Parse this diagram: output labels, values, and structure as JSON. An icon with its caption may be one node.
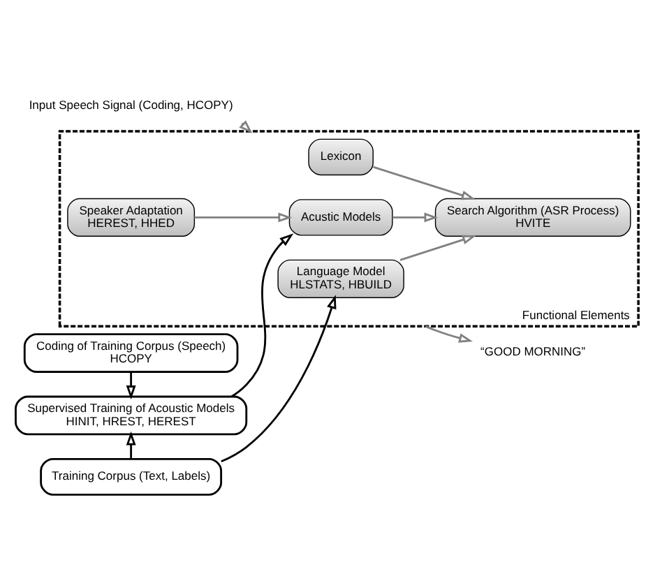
{
  "diagram": {
    "nodes": [
      {
        "text": [
          "Input Speech Signal (Coding, HCOPY)"
        ]
      },
      {
        "text": [
          "Functional Elements"
        ]
      },
      {
        "text": [
          "Training Corpus (Text, Labels)"
        ]
      },
      {
        "text": [
          "Supervised Training of Acoustic Models",
          "HINIT, HREST, HEREST"
        ]
      },
      {
        "text": [
          "Coding of Training Corpus (Speech)",
          "HCOPY"
        ]
      },
      {
        "text": [
          "Language Model",
          "HLSTATS, HBUILD"
        ],
        "in": 1
      },
      {
        "text": [
          "Acustic Models"
        ],
        "in": 1
      },
      {
        "text": [
          "Search Algorithm (ASR Process)",
          "HVITE"
        ],
        "in": 1
      },
      {
        "text": [
          "Speaker Adaptation",
          "HEREST, HHED"
        ],
        "in": 1
      },
      {
        "text": [
          "Lexicon"
        ],
        "in": 1
      },
      {
        "text": [
          "“GOOD MORNING”"
        ]
      }
    ],
    "edges": [
      {
        "from": 0,
        "to": 1,
        "arrow": "to"
      },
      {
        "from": 2,
        "to": 5,
        "arrow": "to",
        "color": "#000000"
      },
      {
        "from": 2,
        "to": 3,
        "arrow": "to",
        "color": "#000000"
      },
      {
        "from": 4,
        "to": 3,
        "arrow": "to",
        "color": "#000000"
      },
      {
        "from": 3,
        "to": 6,
        "arrow": "to",
        "color": "#000000"
      },
      {
        "from": 6,
        "to": 7,
        "arrow": "to"
      },
      {
        "from": 5,
        "to": 7,
        "arrow": "to"
      },
      {
        "from": 8,
        "to": 6,
        "arrow": "to"
      },
      {
        "from": 9,
        "to": 7,
        "arrow": "to"
      },
      {
        "from": 1,
        "to": 10,
        "arrow": "to"
      }
    ]
  }
}
